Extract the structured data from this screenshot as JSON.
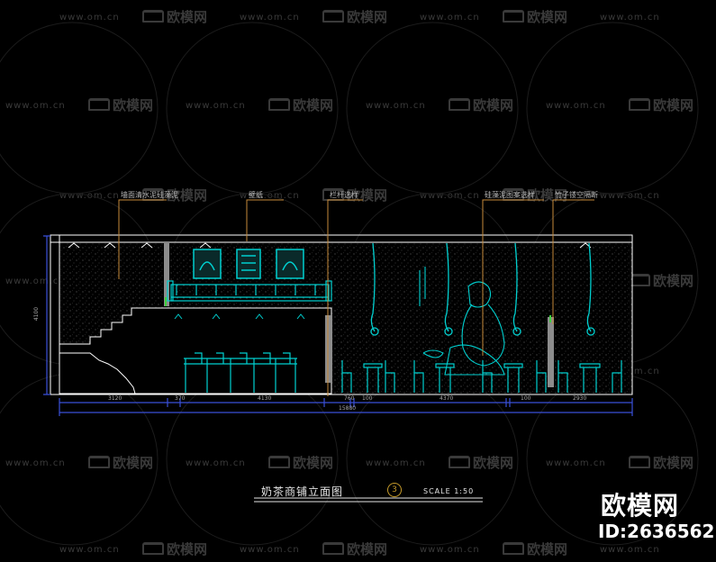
{
  "watermark": {
    "site": "www.om.cn",
    "brand": "欧模网"
  },
  "callouts": [
    "墙面清水泥硅藻泥",
    "壁纸",
    "栏杆选样",
    "硅藻泥图案选样",
    "竹子镂空隔断"
  ],
  "dimensions": {
    "segments": [
      "3120",
      "370",
      "4130",
      "760",
      "100",
      "4370",
      "100",
      "2930"
    ],
    "total": "15880",
    "vertical": [
      "4100"
    ]
  },
  "title_block": {
    "title": "奶茶商铺立面图",
    "number": "3",
    "scale": "SCALE 1:50"
  },
  "brand_mark": {
    "name": "欧模网",
    "id": "ID:2636562"
  },
  "colors": {
    "background": "#000000",
    "outline": "#ffffff",
    "cyan": "#00d0d0",
    "callout": "#c68a3a",
    "dimension": "#3a4fd8",
    "watermark": "#3a3a3a"
  }
}
